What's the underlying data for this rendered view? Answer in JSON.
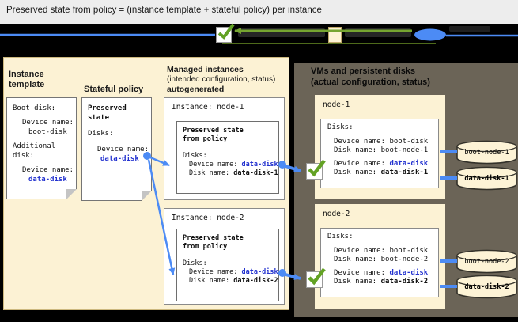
{
  "title": "Preserved state from policy = (instance template + stateful policy) per instance",
  "colors": {
    "background": "#000000",
    "title_bar": "#ededed",
    "panel_cream": "#fcf2d4",
    "panel_gray": "#6b6457",
    "accent_blue": "#4c8bf5",
    "text_blue": "#2433cf",
    "check_green": "#63a224",
    "cylinder_fill": "#fdf3d6"
  },
  "legend": {
    "icons": [
      "blue-connector-line",
      "check-square-icon",
      "instance-swatch-icon",
      "disk-cylinder-icon"
    ]
  },
  "left_panel": {
    "instance_template": {
      "heading_line1": "Instance",
      "heading_line2": "template",
      "card": {
        "l1": "Boot disk:",
        "l2": "Device name:",
        "l3": "boot-disk",
        "l4": "Additional",
        "l5": "disk:",
        "l6": "Device name:",
        "l7": "data-disk"
      }
    },
    "stateful_policy": {
      "heading": "Stateful policy",
      "card": {
        "h1": "Preserved",
        "h2": "state",
        "l1": "Disks:",
        "l2": "Device name:",
        "l3": "data-disk"
      }
    },
    "managed_instances": {
      "heading_line1": "Managed instances",
      "heading_line2": "(intended configuration, status)",
      "heading_line3": "autogenerated",
      "node1": {
        "title": "Instance: node-1",
        "box_title1": "Preserved state",
        "box_title2": "from policy",
        "disks_label": "Disks:",
        "device_label": "Device name: ",
        "device_value": "data-disk",
        "disk_label": "Disk name: ",
        "disk_value": "data-disk-1"
      },
      "node2": {
        "title": "Instance: node-2",
        "box_title1": "Preserved state",
        "box_title2": "from policy",
        "disks_label": "Disks:",
        "device_label": "Device name: ",
        "device_value": "data-disk",
        "disk_label": "Disk name: ",
        "disk_value": "data-disk-2"
      }
    }
  },
  "right_panel": {
    "heading_line1": "VMs and persistent disks",
    "heading_line2": "(actual configuration, status)",
    "node1": {
      "name": "node-1",
      "disks_label": "Disks:",
      "boot_device_label": "Device name: ",
      "boot_device_value": "boot-disk",
      "boot_disk_label": "Disk name: ",
      "boot_disk_value": "boot-node-1",
      "data_device_label": "Device name: ",
      "data_device_value": "data-disk",
      "data_disk_label": "Disk name: ",
      "data_disk_value": "data-disk-1",
      "cylinder_boot": "boot-node-1",
      "cylinder_data": "data-disk-1"
    },
    "node2": {
      "name": "node-2",
      "disks_label": "Disks:",
      "boot_device_label": "Device name: ",
      "boot_device_value": "boot-disk",
      "boot_disk_label": "Disk name: ",
      "boot_disk_value": "boot-node-2",
      "data_device_label": "Device name: ",
      "data_device_value": "data-disk",
      "data_disk_label": "Disk name: ",
      "data_disk_value": "data-disk-2",
      "cylinder_boot": "boot-node-2",
      "cylinder_data": "data-disk-2"
    }
  }
}
